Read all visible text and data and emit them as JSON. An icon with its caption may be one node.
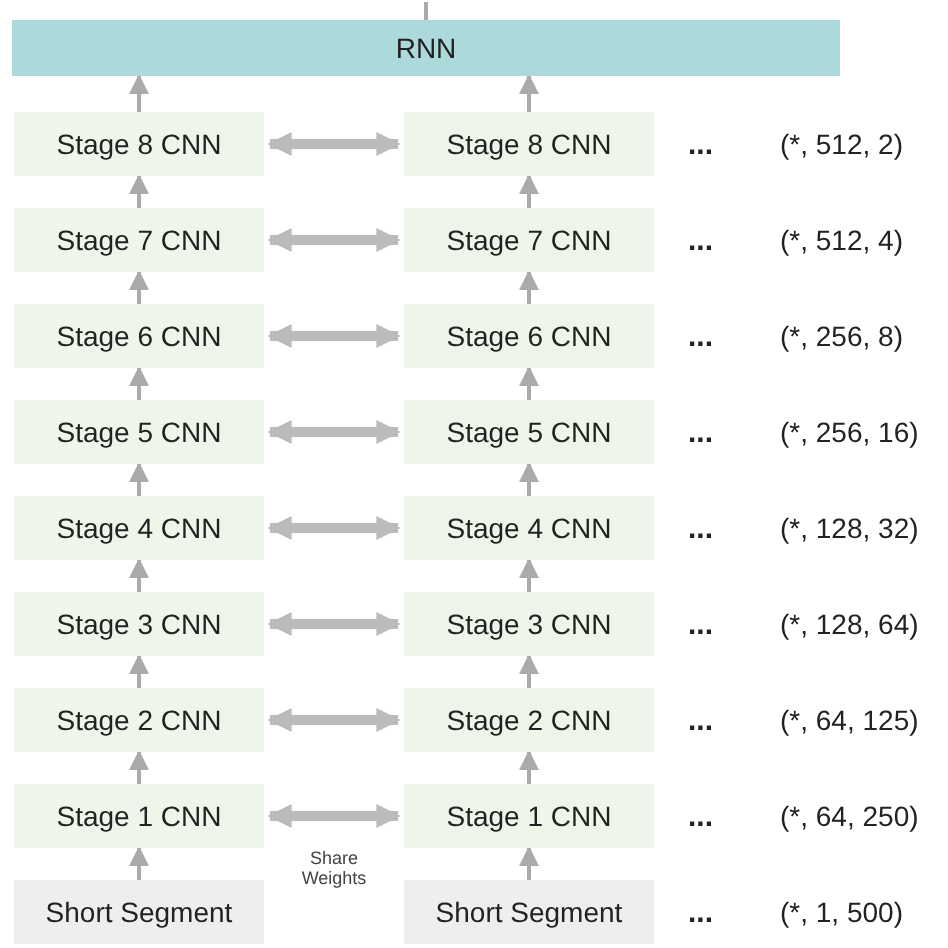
{
  "diagram": {
    "nodes": [
      {
        "text": [
          "RNN"
        ]
      },
      {
        "text": [
          "Stage 8 CNN"
        ]
      },
      {
        "text": [
          "Stage 8 CNN"
        ]
      },
      {
        "text": [
          "Stage 7 CNN"
        ]
      },
      {
        "text": [
          "Stage 7 CNN"
        ]
      },
      {
        "text": [
          "Stage 6 CNN"
        ]
      },
      {
        "text": [
          "Stage 6 CNN"
        ]
      },
      {
        "text": [
          "Stage 5 CNN"
        ]
      },
      {
        "text": [
          "Stage 5 CNN"
        ]
      },
      {
        "text": [
          "Stage 4 CNN"
        ]
      },
      {
        "text": [
          "Stage 4 CNN"
        ]
      },
      {
        "text": [
          "Stage 3 CNN"
        ]
      },
      {
        "text": [
          "Stage 3 CNN"
        ]
      },
      {
        "text": [
          "Stage 2 CNN"
        ]
      },
      {
        "text": [
          "Stage 2 CNN"
        ]
      },
      {
        "text": [
          "Stage 1 CNN"
        ]
      },
      {
        "text": [
          "Stage 1 CNN"
        ]
      },
      {
        "text": [
          "Short Segment"
        ]
      },
      {
        "text": [
          "Short Segment"
        ]
      }
    ],
    "edges": [
      {
        "from": 0,
        "to": null,
        "arrow": "none"
      },
      {
        "from": 1,
        "to": 0,
        "arrow": "to"
      },
      {
        "from": 2,
        "to": 0,
        "arrow": "to"
      },
      {
        "from": 1,
        "to": 2,
        "arrow": "both",
        "style": "thick"
      },
      {
        "from": 3,
        "to": 1,
        "arrow": "to"
      },
      {
        "from": 4,
        "to": 2,
        "arrow": "to"
      },
      {
        "from": 3,
        "to": 4,
        "arrow": "both",
        "style": "thick"
      },
      {
        "from": 5,
        "to": 3,
        "arrow": "to"
      },
      {
        "from": 6,
        "to": 4,
        "arrow": "to"
      },
      {
        "from": 5,
        "to": 6,
        "arrow": "both",
        "style": "thick"
      },
      {
        "from": 7,
        "to": 5,
        "arrow": "to"
      },
      {
        "from": 8,
        "to": 6,
        "arrow": "to"
      },
      {
        "from": 7,
        "to": 8,
        "arrow": "both",
        "style": "thick"
      },
      {
        "from": 9,
        "to": 7,
        "arrow": "to"
      },
      {
        "from": 10,
        "to": 8,
        "arrow": "to"
      },
      {
        "from": 9,
        "to": 10,
        "arrow": "both",
        "style": "thick"
      },
      {
        "from": 11,
        "to": 9,
        "arrow": "to"
      },
      {
        "from": 12,
        "to": 10,
        "arrow": "to"
      },
      {
        "from": 11,
        "to": 12,
        "arrow": "both",
        "style": "thick"
      },
      {
        "from": 13,
        "to": 11,
        "arrow": "to"
      },
      {
        "from": 14,
        "to": 12,
        "arrow": "to"
      },
      {
        "from": 13,
        "to": 14,
        "arrow": "both",
        "style": "thick"
      },
      {
        "from": 15,
        "to": 13,
        "arrow": "to"
      },
      {
        "from": 16,
        "to": 14,
        "arrow": "to"
      },
      {
        "from": 15,
        "to": 16,
        "arrow": "both",
        "style": "thick"
      },
      {
        "from": 17,
        "to": 15,
        "arrow": "to"
      },
      {
        "from": 18,
        "to": 16,
        "arrow": "to"
      }
    ],
    "labels": [
      "...",
      "(*, 512, 2)",
      "...",
      "(*, 512, 4)",
      "...",
      "(*, 256, 8)",
      "...",
      "(*, 256, 16)",
      "...",
      "(*, 128, 32)",
      "...",
      "(*, 128, 64)",
      "...",
      "(*, 64, 125)",
      "...",
      "(*, 64, 250)",
      "Share Weights",
      "...",
      "(*, 1, 500)"
    ]
  }
}
